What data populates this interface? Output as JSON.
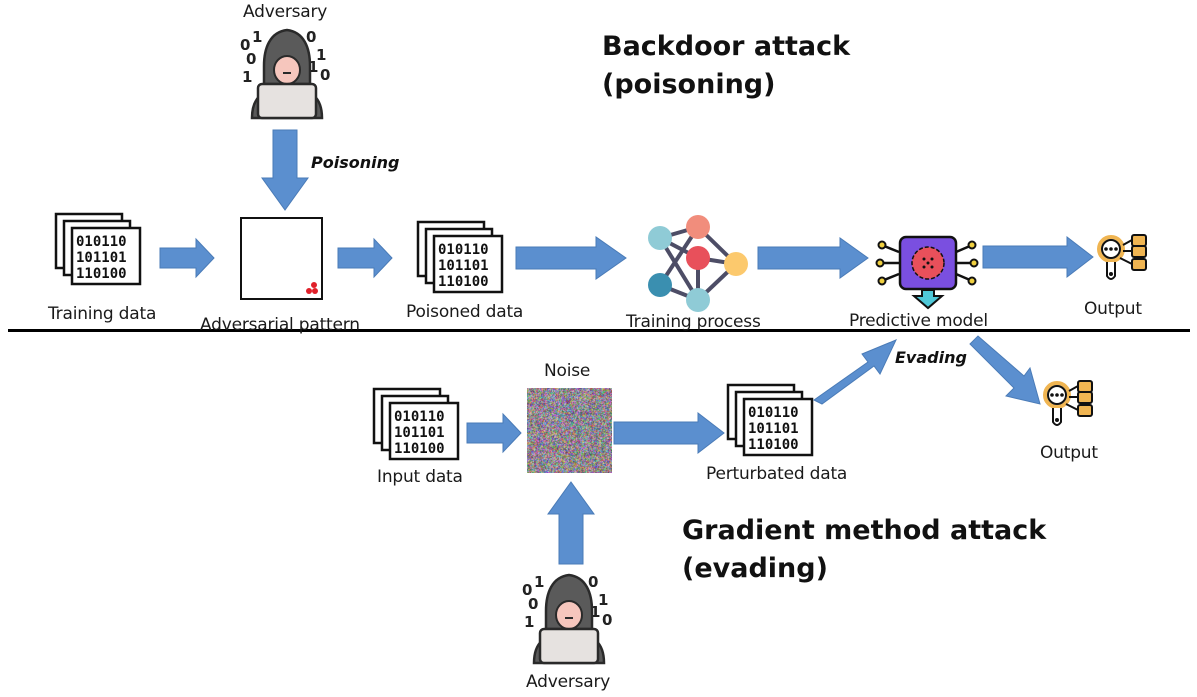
{
  "titles": {
    "backdoor": [
      "Backdoor attack",
      "(poisoning)"
    ],
    "gradient": [
      "Gradient method attack",
      "(evading)"
    ]
  },
  "top_flow": {
    "adversary_label": "Adversary",
    "poisoning_label": "Poisoning",
    "training_data_label": "Training data",
    "adversarial_pattern_label": "Adversarial pattern",
    "poisoned_data_label": "Poisoned data",
    "training_process_label": "Training process",
    "predictive_model_label": "Predictive model",
    "output_label": "Output"
  },
  "bottom_flow": {
    "input_data_label": "Input data",
    "noise_label": "Noise",
    "perturbated_data_label": "Perturbated data",
    "evading_label": "Evading",
    "output_label": "Output",
    "adversary_label": "Adversary"
  },
  "binary_rows": [
    "010110",
    "101101",
    "110100"
  ],
  "adversary_digits": {
    "left": [
      "0",
      "1",
      "0",
      "1"
    ],
    "right": [
      "0",
      "1",
      "1",
      "0"
    ]
  },
  "colors": {
    "arrow": "#5b8fcf",
    "arrow_stroke": "#4a7bb7",
    "pattern_dots": "#e0202a",
    "model_chip": "#7a4fe0",
    "model_gear": "#e8505b",
    "model_arrow": "#4fc8d8",
    "output_ring": "#f0b552"
  }
}
